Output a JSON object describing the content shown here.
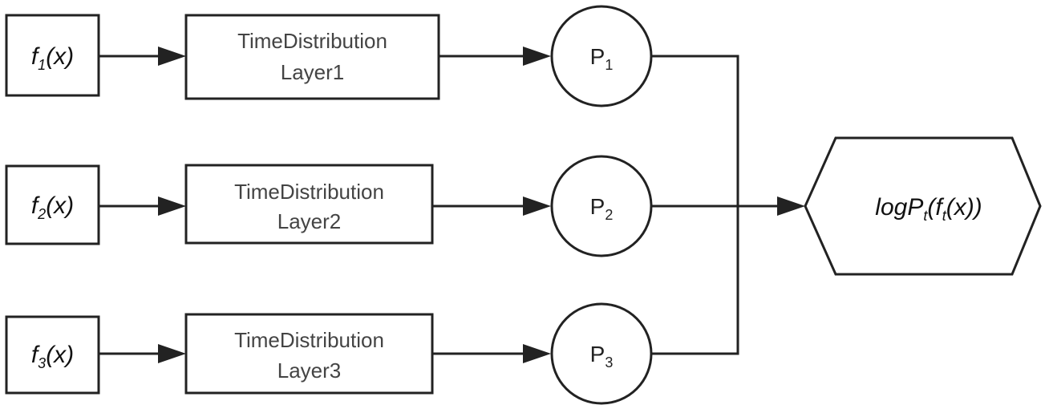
{
  "rows": [
    {
      "input": {
        "base": "f",
        "sub": "1",
        "arg": "(x)"
      },
      "layer": {
        "line1": "TimeDistribution",
        "line2": "Layer1"
      },
      "prob": {
        "base": "P",
        "sub": "1"
      }
    },
    {
      "input": {
        "base": "f",
        "sub": "2",
        "arg": "(x)"
      },
      "layer": {
        "line1": "TimeDistribution",
        "line2": "Layer2"
      },
      "prob": {
        "base": "P",
        "sub": "2"
      }
    },
    {
      "input": {
        "base": "f",
        "sub": "3",
        "arg": "(x)"
      },
      "layer": {
        "line1": "TimeDistribution",
        "line2": "Layer3"
      },
      "prob": {
        "base": "P",
        "sub": "3"
      }
    }
  ],
  "output": {
    "prefix": "logP",
    "sub1": "t",
    "mid": "(f",
    "sub2": "t",
    "suffix": "(x))"
  }
}
